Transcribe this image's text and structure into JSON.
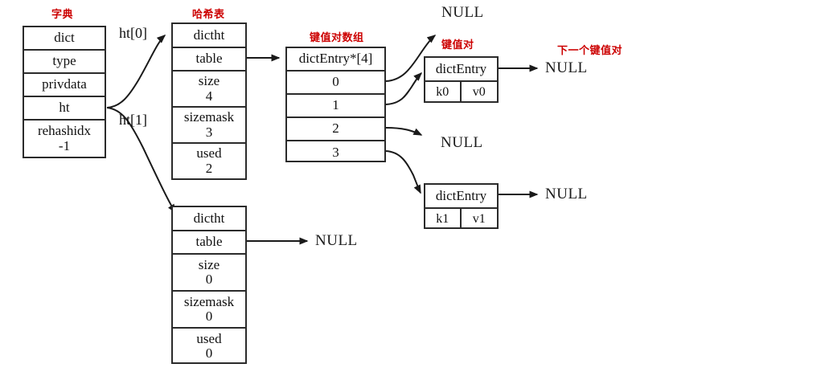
{
  "diagram": {
    "title_labels": {
      "dict": "字典",
      "hashtable": "哈希表",
      "entry_array": "键值对数组",
      "entry": "键值对",
      "next_entry": "下一个键值对"
    },
    "colors": {
      "label_red": "#cc0000",
      "stroke": "#2b2b2b",
      "text": "#111111",
      "background": "#ffffff"
    }
  },
  "dict_struct": {
    "rows": [
      {
        "label": "dict",
        "value": ""
      },
      {
        "label": "type",
        "value": ""
      },
      {
        "label": "privdata",
        "value": ""
      },
      {
        "label": "ht",
        "value": ""
      },
      {
        "label": "rehashidx",
        "value": "-1"
      }
    ]
  },
  "ht_pointers": {
    "ht0": "ht[0]",
    "ht1": "ht[1]"
  },
  "dictht0": {
    "rows": [
      {
        "label": "dictht",
        "value": ""
      },
      {
        "label": "table",
        "value": ""
      },
      {
        "label": "size",
        "value": "4"
      },
      {
        "label": "sizemask",
        "value": "3"
      },
      {
        "label": "used",
        "value": "2"
      }
    ]
  },
  "dictht1": {
    "rows": [
      {
        "label": "dictht",
        "value": ""
      },
      {
        "label": "table",
        "value": ""
      },
      {
        "label": "size",
        "value": "0"
      },
      {
        "label": "sizemask",
        "value": "0"
      },
      {
        "label": "used",
        "value": "0"
      }
    ]
  },
  "entry_array": {
    "header": "dictEntry*[4]",
    "slots": [
      "0",
      "1",
      "2",
      "3"
    ]
  },
  "entry0": {
    "header": "dictEntry",
    "key": "k0",
    "value": "v0"
  },
  "entry1": {
    "header": "dictEntry",
    "key": "k1",
    "value": "v1"
  },
  "nulls": {
    "slot0": "NULL",
    "slot2": "NULL",
    "entry0_next": "NULL",
    "entry1_next": "NULL",
    "dictht1_table": "NULL"
  }
}
